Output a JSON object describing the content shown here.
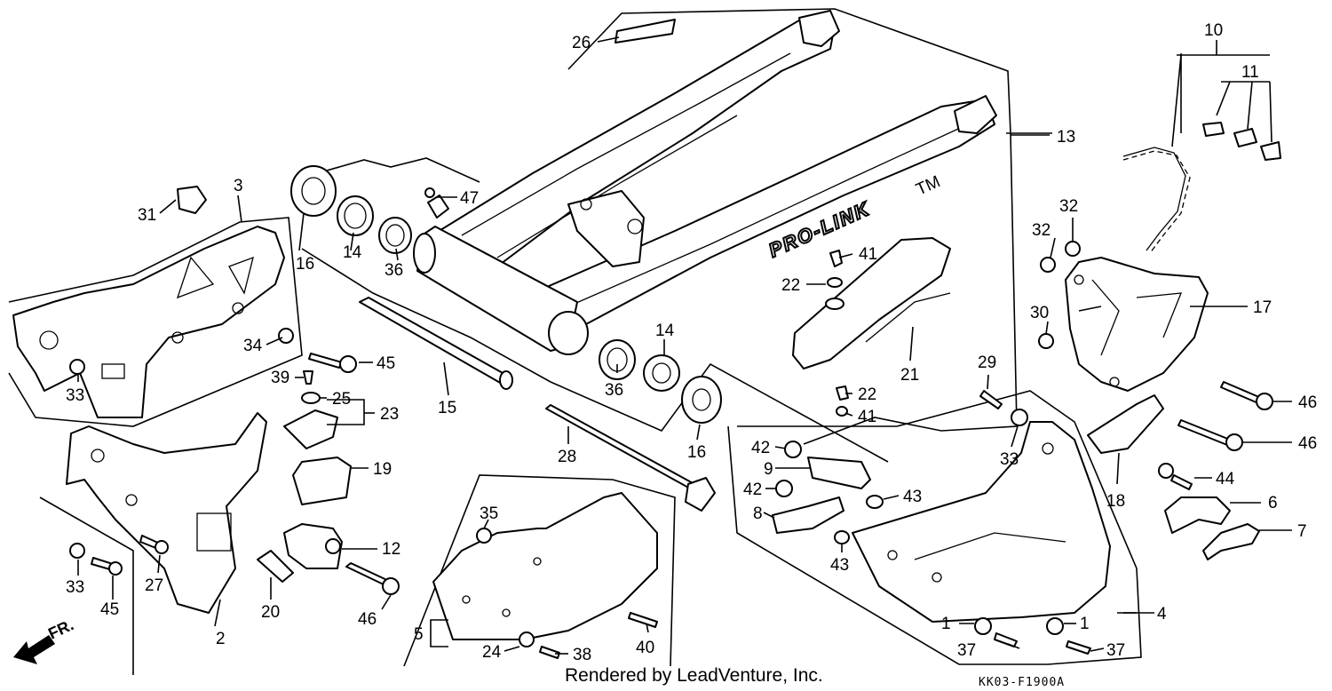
{
  "diagram": {
    "brand_text": "PRO-LINK",
    "brand_tm": "TM",
    "direction_label": "FR.",
    "footer_text": "Rendered by LeadVenture, Inc.",
    "drawing_code": "KK03-F1900A",
    "part_numbers": [
      "1",
      "1",
      "2",
      "3",
      "4",
      "5",
      "6",
      "7",
      "8",
      "9",
      "10",
      "11",
      "12",
      "13",
      "14",
      "14",
      "15",
      "16",
      "16",
      "17",
      "18",
      "19",
      "20",
      "21",
      "22",
      "22",
      "23",
      "24",
      "25",
      "26",
      "27",
      "28",
      "29",
      "30",
      "31",
      "32",
      "32",
      "33",
      "33",
      "33",
      "34",
      "35",
      "36",
      "36",
      "37",
      "37",
      "38",
      "39",
      "40",
      "41",
      "41",
      "42",
      "42",
      "43",
      "43",
      "44",
      "45",
      "45",
      "46",
      "46",
      "46"
    ]
  }
}
